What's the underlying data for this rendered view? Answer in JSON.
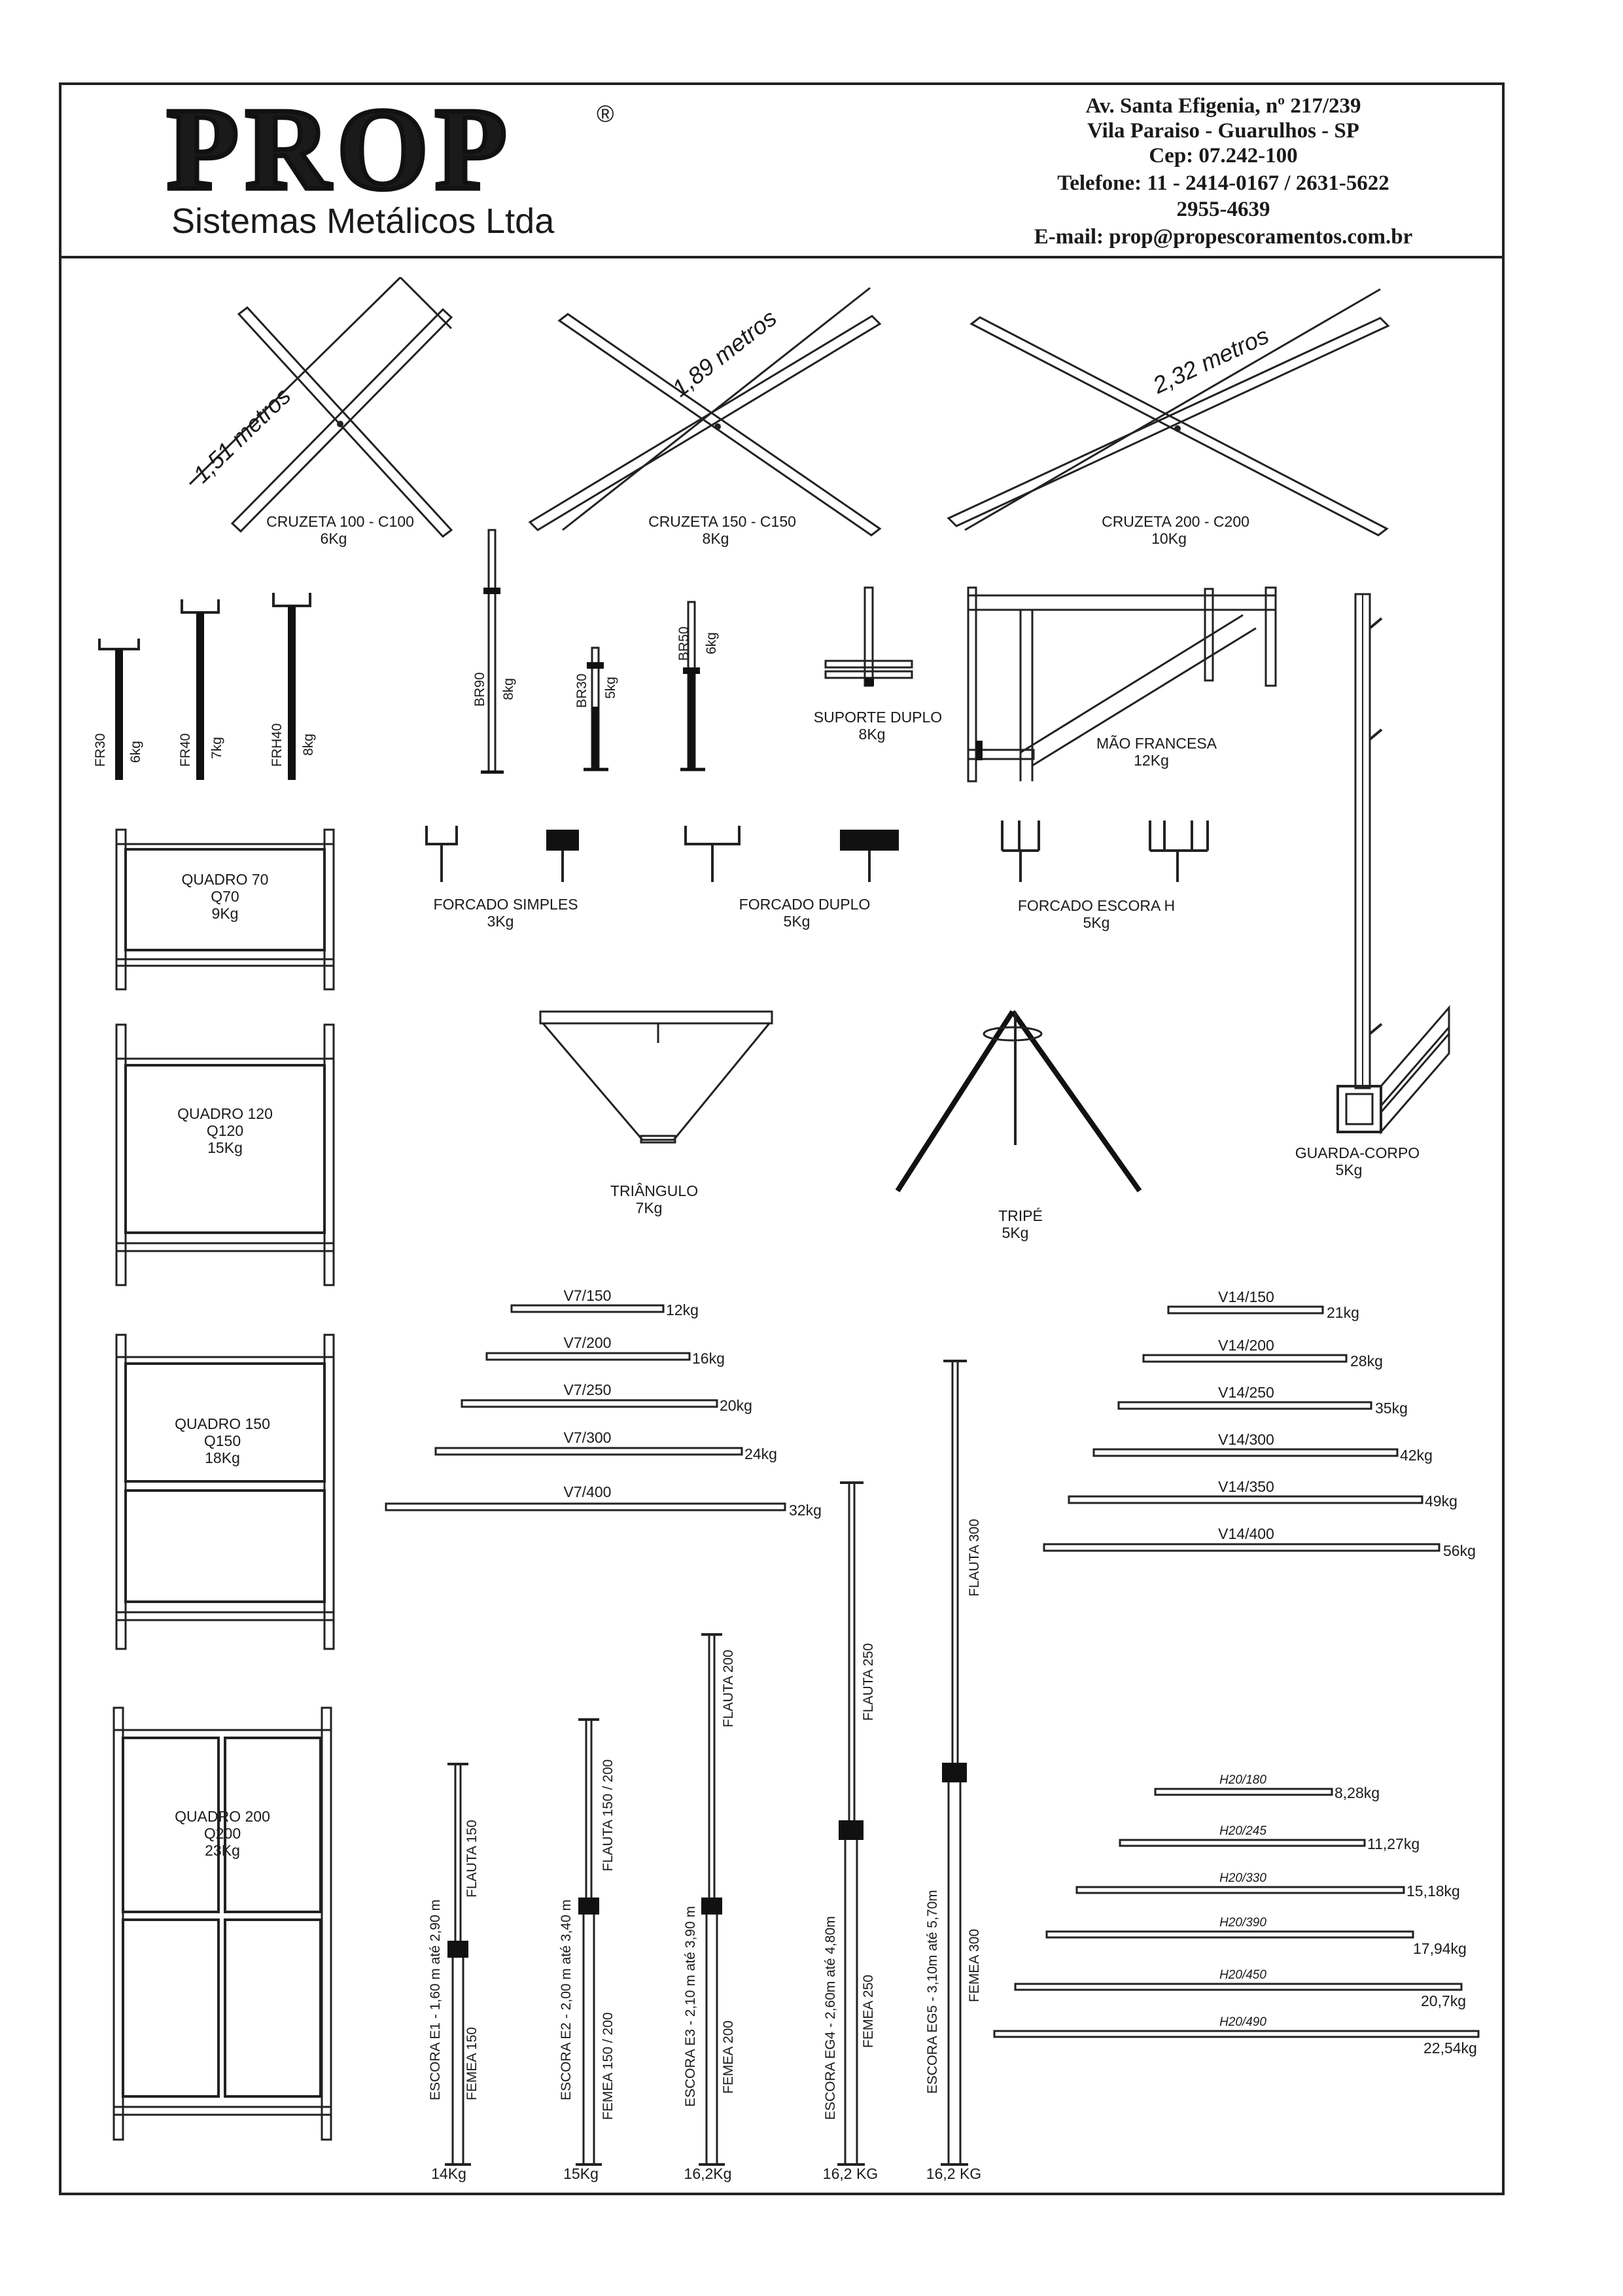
{
  "header": {
    "logo": "PROP",
    "registered": "®",
    "subtitle": "Sistemas Metálicos Ltda",
    "address": [
      "Av.  Santa Efigenia, nº 217/239",
      "Vila Paraiso - Guarulhos - SP",
      "Cep: 07.242-100",
      "Telefone: 11 - 2414-0167 / 2631-5622",
      "2955-4639",
      "E-mail: prop@propescoramentos.com.br"
    ]
  },
  "crosses": [
    {
      "name": "CRUZETA 100 - C100",
      "weight": "6Kg",
      "length": "1,51 metros"
    },
    {
      "name": "CRUZETA 150 - C150",
      "weight": "8Kg",
      "length": "1,89 metros"
    },
    {
      "name": "CRUZETA 200 - C200",
      "weight": "10Kg",
      "length": "2,32 metros"
    }
  ],
  "jacks": [
    {
      "name": "FR30",
      "weight": "6kg"
    },
    {
      "name": "FR40",
      "weight": "7kg"
    },
    {
      "name": "FRH40",
      "weight": "8kg"
    },
    {
      "name": "BR90",
      "weight": "8kg"
    },
    {
      "name": "BR30",
      "weight": "5kg"
    },
    {
      "name": "BR50",
      "weight": "6kg"
    }
  ],
  "suporte": {
    "name": "SUPORTE DUPLO",
    "weight": "8Kg"
  },
  "mao": {
    "name": "MÃO FRANCESA",
    "weight": "12Kg"
  },
  "guarda": {
    "name": "GUARDA-CORPO",
    "weight": "5Kg"
  },
  "forcados": [
    {
      "name": "FORCADO SIMPLES",
      "weight": "3Kg"
    },
    {
      "name": "FORCADO DUPLO",
      "weight": "5Kg"
    },
    {
      "name": "FORCADO ESCORA H",
      "weight": "5Kg"
    }
  ],
  "frames": [
    {
      "name": "QUADRO 70",
      "code": "Q70",
      "weight": "9Kg"
    },
    {
      "name": "QUADRO 120",
      "code": "Q120",
      "weight": "15Kg"
    },
    {
      "name": "QUADRO 150",
      "code": "Q150",
      "weight": "18Kg"
    },
    {
      "name": "QUADRO 200",
      "code": "Q200",
      "weight": "23Kg"
    }
  ],
  "triangulo": {
    "name": "TRIÂNGULO",
    "weight": "7Kg"
  },
  "tripe": {
    "name": "TRIPÉ",
    "weight": "5Kg"
  },
  "v7": [
    {
      "name": "V7/150",
      "weight": "12kg"
    },
    {
      "name": "V7/200",
      "weight": "16kg"
    },
    {
      "name": "V7/250",
      "weight": "20kg"
    },
    {
      "name": "V7/300",
      "weight": "24kg"
    },
    {
      "name": "V7/400",
      "weight": "32kg"
    }
  ],
  "v14": [
    {
      "name": "V14/150",
      "weight": "21kg"
    },
    {
      "name": "V14/200",
      "weight": "28kg"
    },
    {
      "name": "V14/250",
      "weight": "35kg"
    },
    {
      "name": "V14/300",
      "weight": "42kg"
    },
    {
      "name": "V14/350",
      "weight": "49kg"
    },
    {
      "name": "V14/400",
      "weight": "56kg"
    }
  ],
  "escoras": [
    {
      "name": "ESCORA E1 - 1,60 m até 2,90 m",
      "flauta": "FLAUTA 150",
      "femea": "FEMEA 150",
      "weight": "14Kg"
    },
    {
      "name": "ESCORA E2 - 2,00 m até 3,40 m",
      "flauta": "FLAUTA 150 / 200",
      "femea": "FEMEA 150 / 200",
      "weight": "15Kg"
    },
    {
      "name": "ESCORA E3 - 2,10 m até 3,90 m",
      "flauta": "FLAUTA 200",
      "femea": "FEMEA 200",
      "weight": "16,2Kg"
    },
    {
      "name": "ESCORA EG4 - 2,60m até 4,80m",
      "flauta": "FLAUTA 250",
      "femea": "FEMEA 250",
      "weight": "16,2 KG"
    },
    {
      "name": "ESCORA EG5 - 3,10m até 5,70m",
      "flauta": "FLAUTA 300",
      "femea": "FEMEA 300",
      "weight": "16,2 KG"
    }
  ],
  "h20": [
    {
      "name": "H20/180",
      "weight": "8,28kg"
    },
    {
      "name": "H20/245",
      "weight": "11,27kg"
    },
    {
      "name": "H20/330",
      "weight": "15,18kg"
    },
    {
      "name": "H20/390",
      "weight": "17,94kg"
    },
    {
      "name": "H20/450",
      "weight": "20,7kg"
    },
    {
      "name": "H20/490",
      "weight": "22,54kg"
    }
  ]
}
